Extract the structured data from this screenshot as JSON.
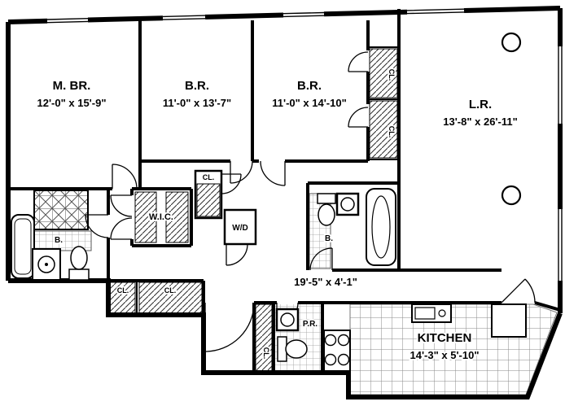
{
  "plan": {
    "rooms": {
      "master_bedroom": {
        "label": "M. BR.",
        "dims": "12'-0\" x 15'-9\""
      },
      "bedroom_2": {
        "label": "B.R.",
        "dims": "11'-0\" x 13'-7\""
      },
      "bedroom_3": {
        "label": "B.R.",
        "dims": "11'-0\" x 14'-10\""
      },
      "living_room": {
        "label": "L.R.",
        "dims": "13'-8\" x 26'-11\""
      },
      "kitchen": {
        "label": "KITCHEN",
        "dims": "14'-3\" x 5'-10\""
      },
      "hallway": {
        "dims": "19'-5\" x 4'-1\""
      },
      "walk_in_closet": {
        "label": "W.I.C."
      },
      "washer_dryer": {
        "label": "W/D"
      },
      "master_bathroom": {
        "label": "B."
      },
      "bathroom_2": {
        "label": "B."
      },
      "powder_room": {
        "label": "P.R."
      }
    },
    "closets": {
      "bedroom3_top": {
        "label": "CL."
      },
      "bedroom3_bottom": {
        "label": "CL."
      },
      "hall_center": {
        "label": "CL."
      },
      "hall_bottom_left": {
        "label": "CL."
      },
      "hall_bottom_right": {
        "label": "CL."
      },
      "entry": {
        "label": "CL."
      }
    },
    "colors": {
      "wall": "#000000",
      "floor": "#ffffff"
    }
  }
}
